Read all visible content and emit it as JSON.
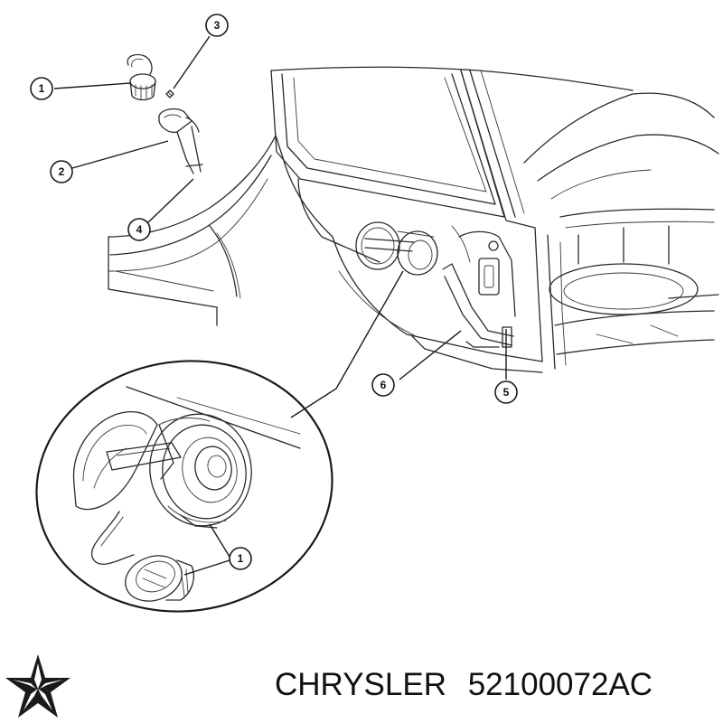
{
  "caption": {
    "brand": "CHRYSLER",
    "part_number": "52100072AC"
  },
  "callouts": [
    {
      "id": "c1",
      "label": "1"
    },
    {
      "id": "c2",
      "label": "2"
    },
    {
      "id": "c3",
      "label": "3"
    },
    {
      "id": "c4",
      "label": "4"
    },
    {
      "id": "c5",
      "label": "5"
    },
    {
      "id": "c6",
      "label": "6"
    },
    {
      "id": "c1b",
      "label": "1"
    }
  ],
  "icons": {
    "logo": "chrysler-pentastar-icon"
  },
  "colors": {
    "line": "#2a2a2a",
    "background": "#ffffff",
    "logo": "#1a1a1a"
  }
}
